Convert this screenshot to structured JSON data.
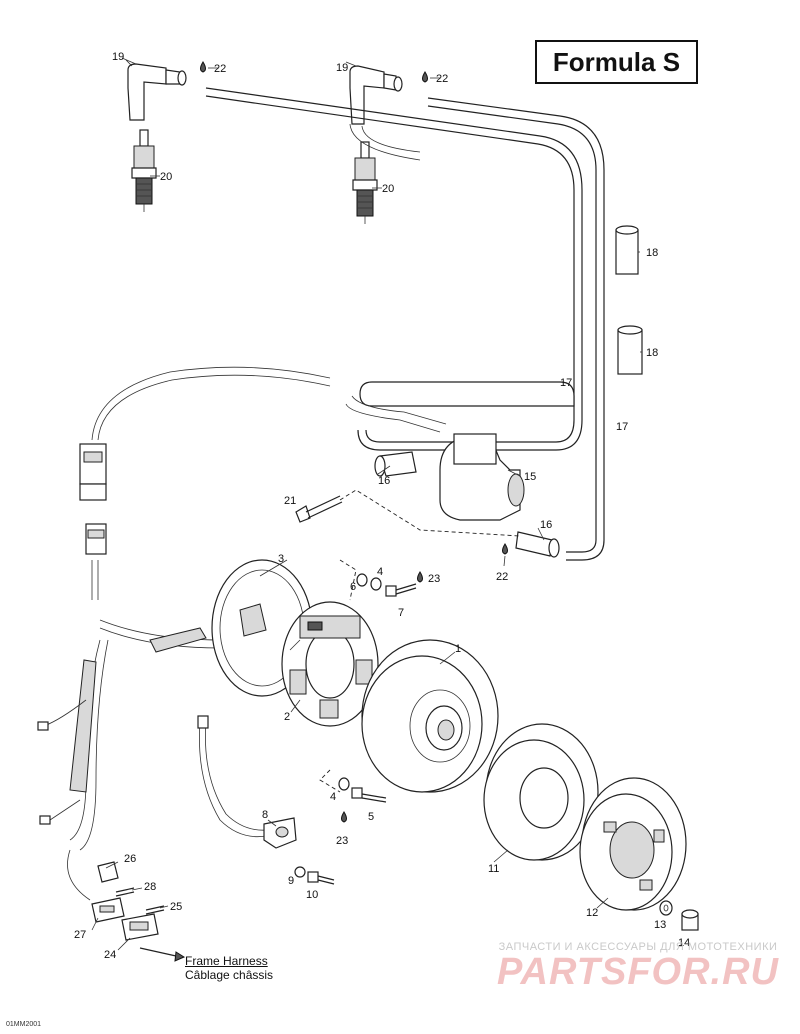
{
  "title": "Formula S",
  "frame_harness": {
    "line1": "Frame Harness",
    "line2": "Câblage châssis"
  },
  "doc_code": "01MM2001",
  "watermark": {
    "top": "ЗАПЧАСТИ И АКСЕССУАРЫ ДЛЯ МОТОТЕХНИКИ",
    "logo": "PARTSFOR.RU"
  },
  "labels": {
    "l1": "1",
    "l2": "2",
    "l3": "3",
    "l4a": "4",
    "l4b": "4",
    "l5": "5",
    "l6": "6",
    "l7": "7",
    "l8": "8",
    "l9": "9",
    "l10": "10",
    "l11": "11",
    "l12": "12",
    "l13": "13",
    "l14": "14",
    "l15": "15",
    "l16a": "16",
    "l16b": "16",
    "l17a": "17",
    "l17b": "17",
    "l18a": "18",
    "l18b": "18",
    "l19a": "19",
    "l19b": "19",
    "l20a": "20",
    "l20b": "20",
    "l21": "21",
    "l22a": "22",
    "l22b": "22",
    "l22c": "22",
    "l23a": "23",
    "l23b": "23",
    "l24": "24",
    "l25": "25",
    "l26": "26",
    "l27": "27",
    "l28": "28"
  }
}
